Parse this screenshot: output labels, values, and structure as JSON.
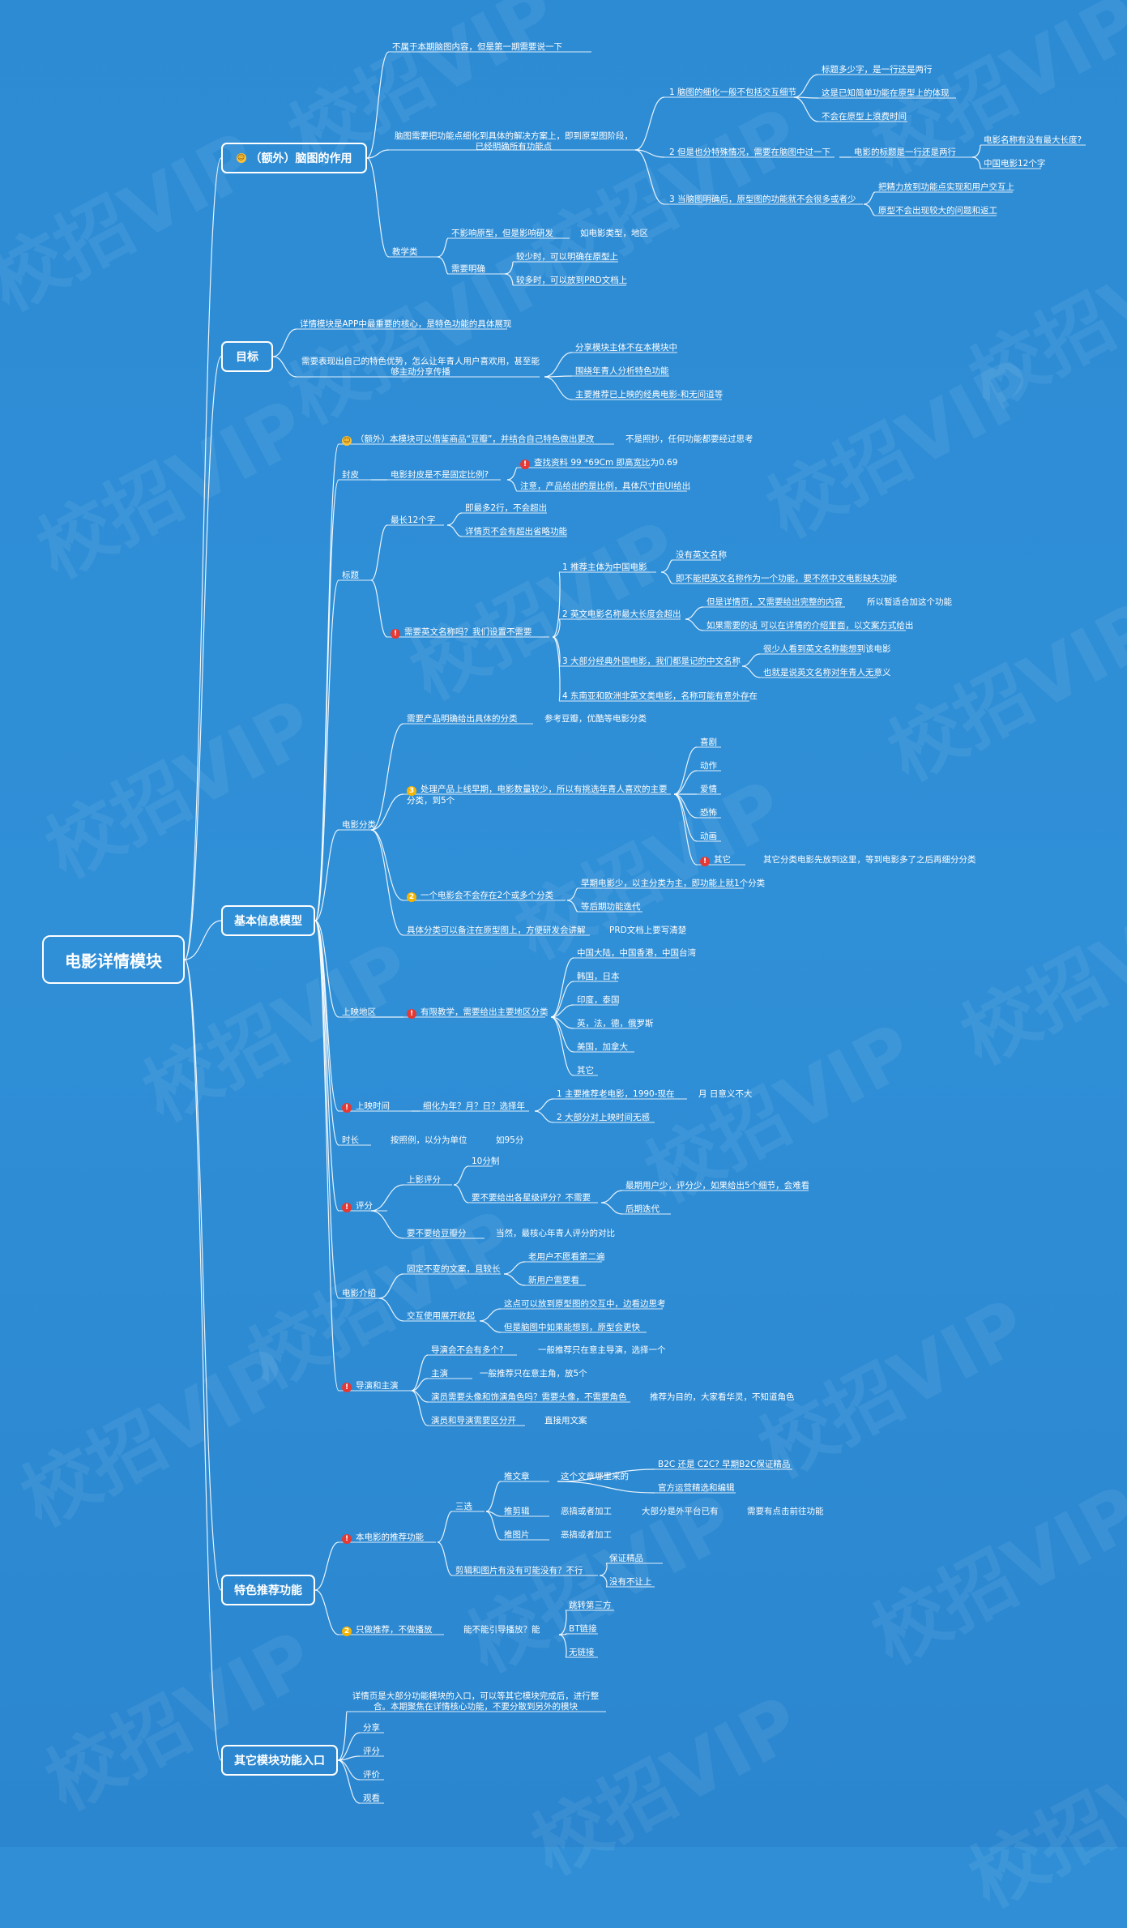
{
  "watermark": "校招VIP",
  "root": "电影详情模块",
  "branches": {
    "b1": "（额外）脑图的作用",
    "b2": "目标",
    "b3": "基本信息模型",
    "b4": "特色推荐功能",
    "b5": "其它模块功能入口"
  },
  "nodes": {
    "n1": "不属于本期脑图内容，但是第一期需要说一下",
    "n2": "脑图需要把功能点细化到具体的解决方案上，即到原型图阶段，已经明确所有功能点",
    "n3": "1 脑图的细化一般不包括交互细节",
    "n4": "标题多少字，是一行还是两行",
    "n5": "这是已知简单功能在原型上的体现",
    "n6": "不会在原型上浪费时间",
    "n7": "2 但是也分特殊情况，需要在脑图中过一下",
    "n8": "电影的标题是一行还是两行",
    "n9": "电影名称有没有最大长度?",
    "n10": "中国电影12个字",
    "n11": "3 当脑图明确后，原型图的功能就不会很多或者少",
    "n12": "把精力放到功能点实现和用户交互上",
    "n13": "原型不会出现较大的问题和返工",
    "n14": "教学类",
    "n15": "不影响原型，但是影响研发",
    "n16": "如电影类型，地区",
    "n17": "需要明确",
    "n18": "较少时，可以明确在原型上",
    "n19": "较多时，可以放到PRD文档上",
    "n20": "详情模块是APP中最重要的核心，是特色功能的具体展现",
    "n21": "需要表现出自己的特色优势，怎么让年青人用户喜欢用，甚至能够主动分享传播",
    "n22": "分享模块主体不在本模块中",
    "n23": "围绕年青人分析特色功能",
    "n24": "主要推荐已上映的经典电影-和无间道等",
    "n25": "（额外）本模块可以借鉴商品“豆瓣”，并结合自己特色做出更改",
    "n26": "不是照抄，任何功能都要经过思考",
    "n27": "封皮",
    "n28": "电影封皮是不是固定比例?",
    "n29": "查找资料 99 *69Cm 即高宽比为0.69",
    "n30": "注意，产品给出的是比例，具体尺寸由UI给出",
    "n31": "标题",
    "n32": "最长12个字",
    "n33": "即最多2行，不会超出",
    "n34": "详情页不会有超出省略功能",
    "n35": "需要英文名称吗？我们设置不需要",
    "n36": "1 推荐主体为中国电影",
    "n37": "没有英文名称",
    "n38": "即不能把英文名称作为一个功能，要不然中文电影缺失功能",
    "n39": "2 英文电影名称最大长度会超出",
    "n40": "但是详情页，又需要给出完整的内容",
    "n41": "所以暂适合加这个功能",
    "n42": "如果需要的话 可以在详情的介绍里面，以文案方式给出",
    "n43": "3 大部分经典外国电影，我们都是记的中文名称",
    "n44": "很少人看到英文名称能想到该电影",
    "n45": "也就是说英文名称对年青人无意义",
    "n46": "4 东南亚和欧洲非英文类电影，名称可能有意外存在",
    "n47": "电影分类",
    "n48": "需要产品明确给出具体的分类",
    "n49": "参考豆瓣，优酷等电影分类",
    "n50": "处理产品上线早期，电影数量较少，所以有挑选年青人喜欢的主要分类，到5个",
    "n51": "喜剧",
    "n52": "动作",
    "n53": "爱情",
    "n54": "恐怖",
    "n55": "动画",
    "n56": "其它",
    "n57": "其它分类电影先放到这里，等到电影多了之后再细分分类",
    "n58": "一个电影会不会存在2个或多个分类",
    "n59": "早期电影少，以主分类为主，即功能上就1个分类",
    "n60": "等后期功能迭代",
    "n61": "具体分类可以备注在原型图上，方便研发会讲解",
    "n62": "PRD文档上要写清楚",
    "n63": "上映地区",
    "n64": "有限教学，需要给出主要地区分类",
    "n65": "中国大陆，中国香港，中国台湾",
    "n66": "韩国，日本",
    "n67": "印度，泰国",
    "n68": "英，法，德，俄罗斯",
    "n69": "美国，加拿大",
    "n70": "其它",
    "n71": "上映时间",
    "n72": "细化为年？月？日？选择年",
    "n73": "1 主要推荐老电影，1990-现在",
    "n74": "月 日意义不大",
    "n75": "2 大部分对上映时间无感",
    "n76": "时长",
    "n77": "按照例，以分为单位",
    "n78": "如95分",
    "n79": "评分",
    "n80": "上影评分",
    "n81": "10分制",
    "n82": "要不要给出各星级评分？不需要",
    "n83": "最期用户少，评分少，如果给出5个细节，会难看",
    "n84": "后期迭代",
    "n85": "要不要给豆瓣分",
    "n86": "当然，最核心年青人评分的对比",
    "n87": "电影介绍",
    "n88": "固定不变的文案，且较长",
    "n89": "老用户不愿看第二遍",
    "n90": "新用户需要看",
    "n91": "交互使用展开收起",
    "n92": "这点可以放到原型图的交互中，边看边思考",
    "n93": "但是脑图中如果能想到，原型会更快",
    "n94": "导演和主演",
    "n95": "导演会不会有多个?",
    "n96": "一般推荐只在意主导演，选择一个",
    "n97": "主演",
    "n98": "一般推荐只在意主角，放5个",
    "n99": "演员需要头像和饰演角色吗？需要头像，不需要角色",
    "n100": "推荐为目的，大家看华灵，不知道角色",
    "n101": "演员和导演需要区分开",
    "n102": "直接用文案",
    "n103": "本电影的推荐功能",
    "n104": "三选",
    "n105": "推文章",
    "n106": "这个文章哪里来的",
    "n107": "B2C 还是 C2C? 早期B2C保证精品",
    "n108": "官方运营精选和编辑",
    "n109": "推剪辑",
    "n110": "恶搞或者加工",
    "n111": "大部分是外平台已有",
    "n112": "需要有点击前往功能",
    "n113": "推图片",
    "n114": "恶搞或者加工",
    "n115": "剪辑和图片有没有可能没有？不行",
    "n116": "保证精品",
    "n117": "没有不让上",
    "n118": "只做推荐，不做播放",
    "n119": "能不能引导播放？能",
    "n120": "跳转第三方",
    "n121": "BT链接",
    "n122": "无链接",
    "n123": "详情页是大部分功能模块的入口，可以等其它模块完成后，进行整合。本期聚焦在详情核心功能，不要分散到另外的模块",
    "n124": "分享",
    "n125": "评分",
    "n126": "评价",
    "n127": "观看"
  }
}
